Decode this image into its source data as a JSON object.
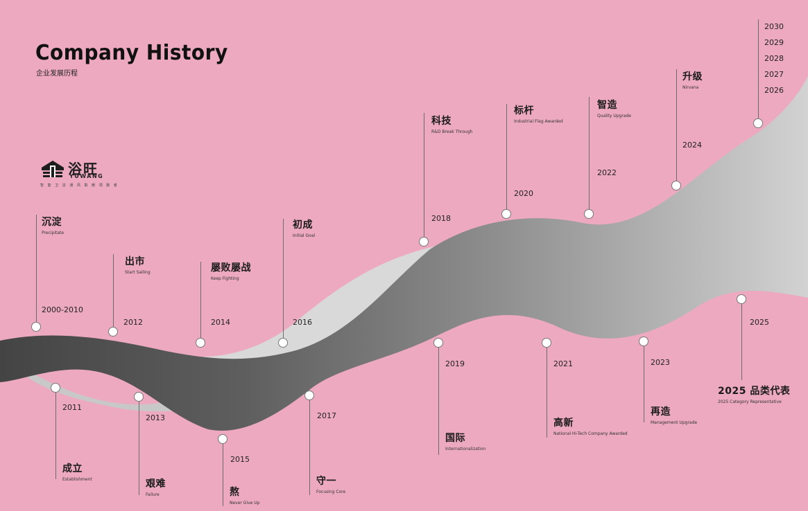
{
  "header": {
    "title": "Company History",
    "subtitle": "企业发展历程"
  },
  "logo": {
    "name_cn": "浴旺",
    "name_en": "YUWANG",
    "tagline": "智 能 卫 浴 通 风 取 暖 领 跑 者"
  },
  "colors": {
    "background": "#eca9bf",
    "ribbon_dark": "#444444",
    "ribbon_mid": "#8a8a8a",
    "ribbon_light": "#cfcfcf"
  },
  "milestones": [
    {
      "year": "2000-2010",
      "cn": "沉淀",
      "en": "Precipitate"
    },
    {
      "year": "2011",
      "cn": "成立",
      "en": "Establishment"
    },
    {
      "year": "2012",
      "cn": "出市",
      "en": "Start Sailing"
    },
    {
      "year": "2013",
      "cn": "艰难",
      "en": "Failure"
    },
    {
      "year": "2014",
      "cn": "屡败屡战",
      "en": "Keep Fighting"
    },
    {
      "year": "2015",
      "cn": "熬",
      "en": "Never Give Up"
    },
    {
      "year": "2016",
      "cn": "初成",
      "en": "Initial Goal"
    },
    {
      "year": "2017",
      "cn": "守一",
      "en": "Focusing Core"
    },
    {
      "year": "2018",
      "cn": "科技",
      "en": "R&D Break Through"
    },
    {
      "year": "2019",
      "cn": "国际",
      "en": "Internationalization"
    },
    {
      "year": "2020",
      "cn": "标杆",
      "en": "Industrial Flag Awarded"
    },
    {
      "year": "2021",
      "cn": "高新",
      "en": "National Hi-Tech Company Awarded"
    },
    {
      "year": "2022",
      "cn": "智造",
      "en": "Quality Upgrade"
    },
    {
      "year": "2023",
      "cn": "再造",
      "en": "Management Upgrade"
    },
    {
      "year": "2024",
      "cn": "升级",
      "en": "Nirvana"
    },
    {
      "year": "2025",
      "cn": "2025 品类代表",
      "en": "2025 Category Representative"
    }
  ],
  "future_years": [
    "2030",
    "2029",
    "2028",
    "2027",
    "2026"
  ]
}
